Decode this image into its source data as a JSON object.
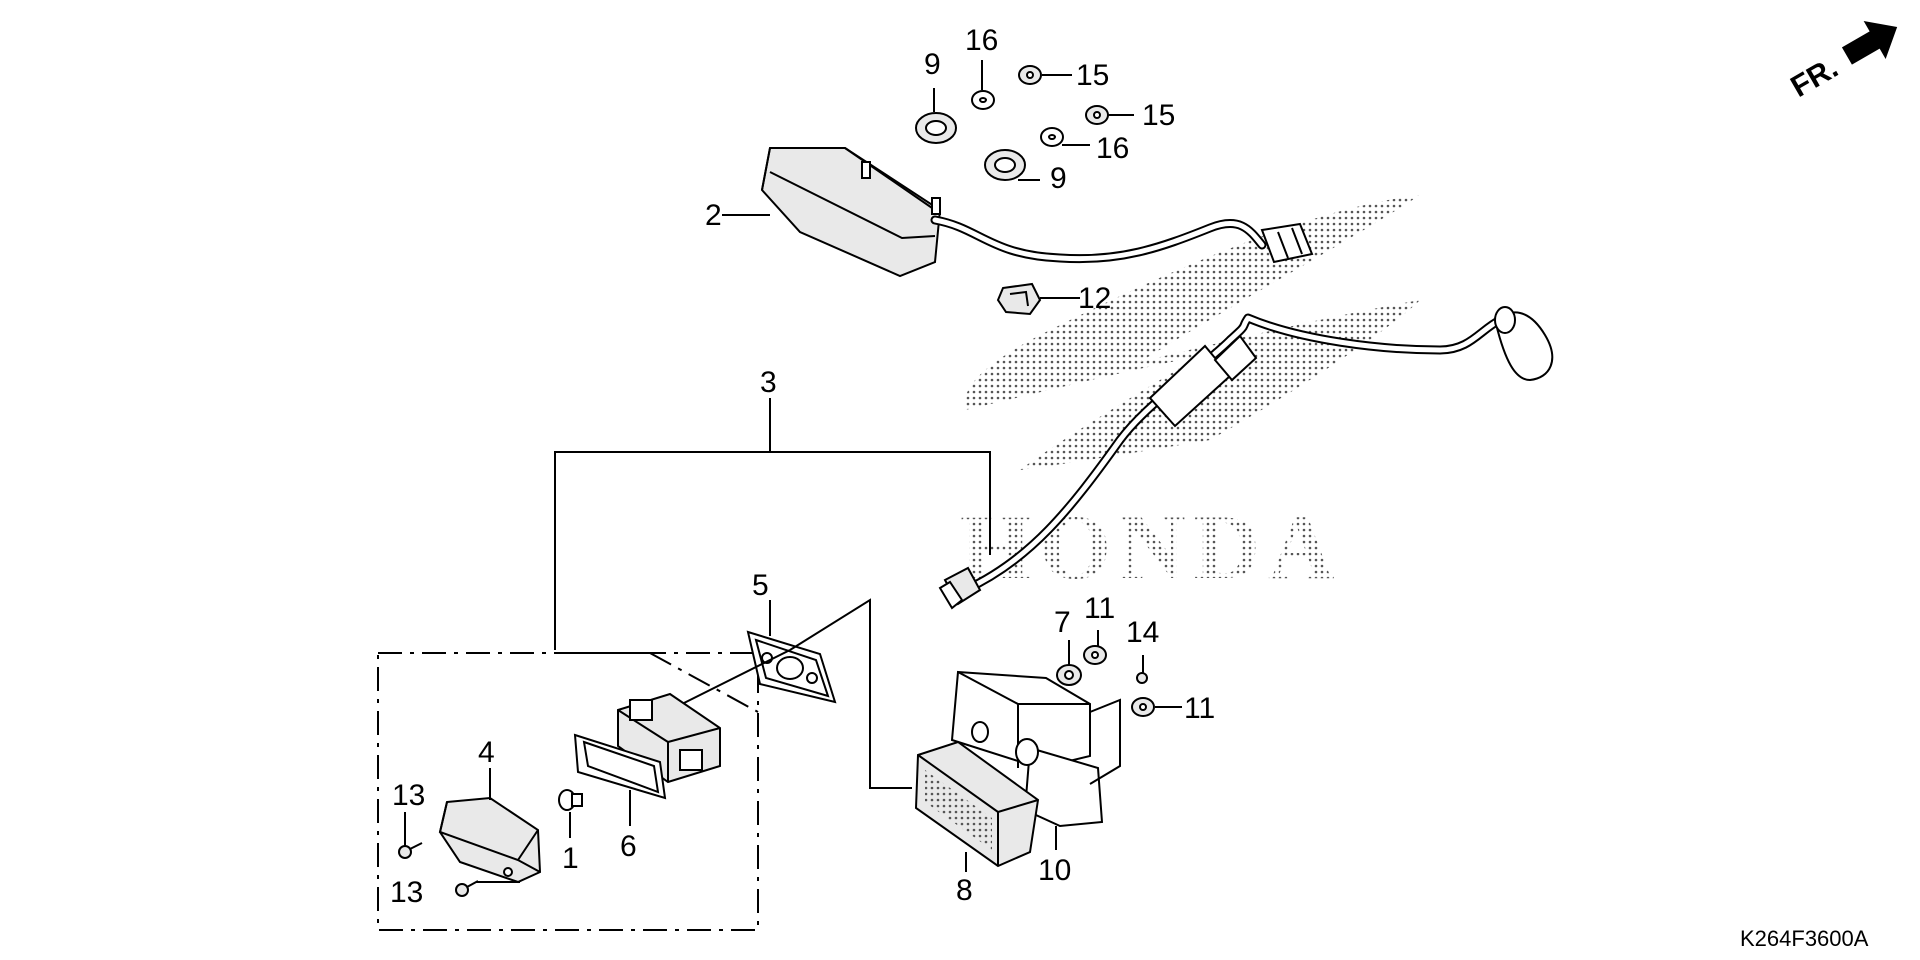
{
  "diagram": {
    "code": "K264F3600A",
    "front_indicator": "FR.",
    "watermark": "HONDA",
    "labels": {
      "p1": "1",
      "p2": "2",
      "p3": "3",
      "p4": "4",
      "p5": "5",
      "p6": "6",
      "p7": "7",
      "p8": "8",
      "p9a": "9",
      "p9b": "9",
      "p10": "10",
      "p11a": "11",
      "p11b": "11",
      "p12": "12",
      "p13a": "13",
      "p13b": "13",
      "p14": "14",
      "p15a": "15",
      "p15b": "15",
      "p16a": "16",
      "p16b": "16"
    }
  }
}
